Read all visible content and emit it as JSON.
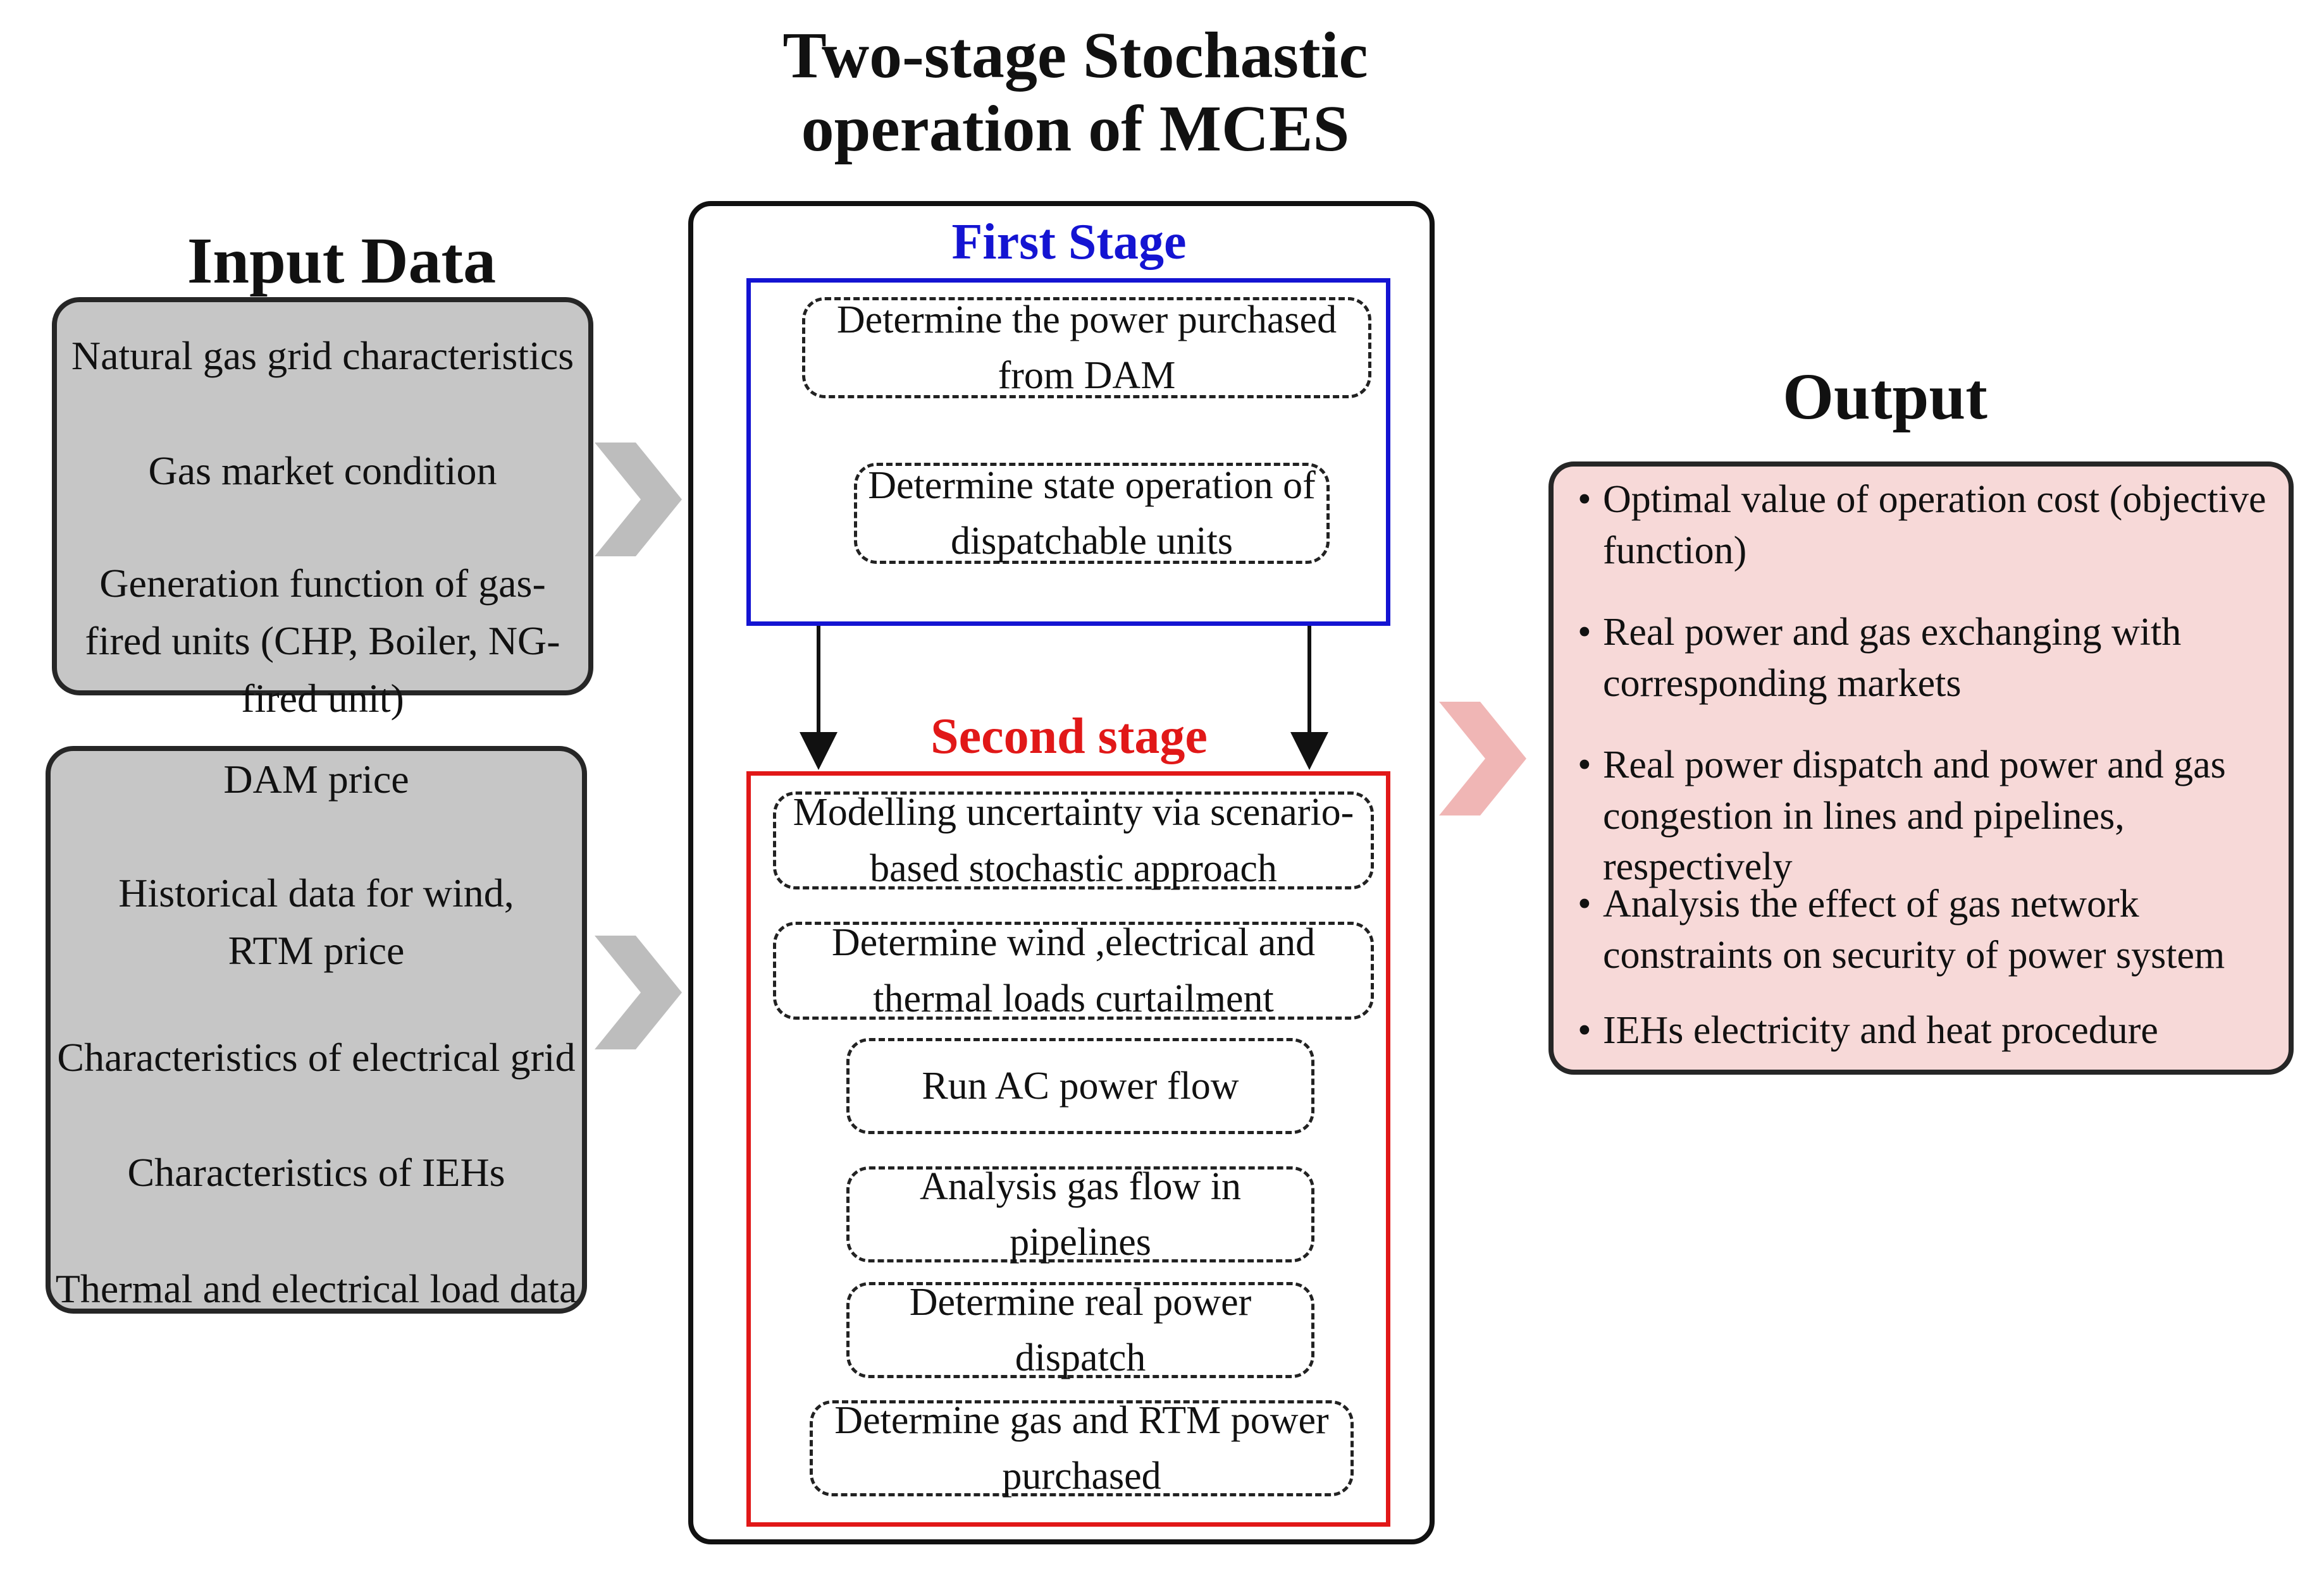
{
  "title": "Two-stage Stochastic operation of MCES",
  "input": {
    "title": "Input Data",
    "group1": [
      "Natural gas grid characteristics",
      "Gas market condition",
      "Generation function of gas-fired units (CHP, Boiler, NG-fired unit)"
    ],
    "group2": [
      "DAM price",
      "Historical data for wind, RTM price",
      "Characteristics of electrical grid",
      "Characteristics of IEHs",
      "Thermal and electrical load data"
    ]
  },
  "first_stage": {
    "title": "First Stage",
    "steps": [
      "Determine the power purchased from DAM",
      "Determine state operation of dispatchable units"
    ]
  },
  "second_stage": {
    "title": "Second stage",
    "steps": [
      "Modelling uncertainty via scenario-based stochastic approach",
      "Determine wind ,electrical and thermal loads curtailment",
      "Run AC power flow",
      "Analysis gas flow in pipelines",
      "Determine real power dispatch",
      "Determine gas and RTM power purchased"
    ]
  },
  "output": {
    "title": "Output",
    "bullet": "•",
    "items": [
      "Optimal value of operation cost (objective function)",
      "Real power and gas exchanging with corresponding markets",
      "Real power dispatch and power and gas congestion in lines and pipelines, respectively",
      "Analysis the effect of gas network constraints on security of power system",
      "IEHs electricity and heat procedure"
    ]
  },
  "colors": {
    "first_stage": "#1414d2",
    "second_stage": "#e11818",
    "input_panel": "#c6c6c6",
    "output_panel": "#f7d9d8",
    "input_chevron": "#bdbdbd",
    "output_chevron": "#f0b6b5"
  }
}
